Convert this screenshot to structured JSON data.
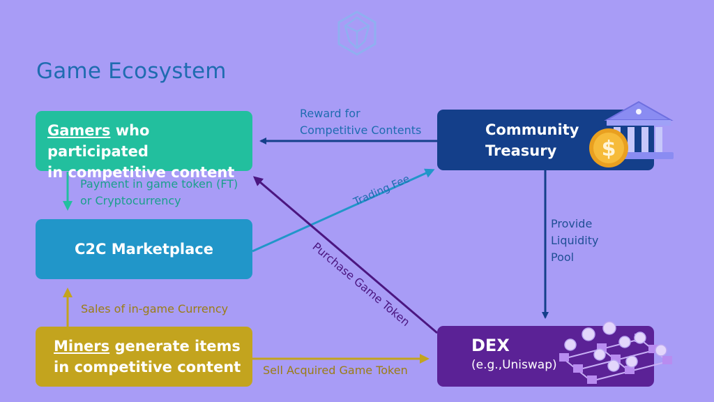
{
  "title": "Game Ecosystem",
  "nodes": {
    "gamers": {
      "highlight": "Gamers",
      "line1_rest": " who participated",
      "line2": "in competitive content"
    },
    "c2c": {
      "label": "C2C Marketplace"
    },
    "miners": {
      "highlight": "Miners",
      "line1_rest": " generate items",
      "line2": "in competitive content"
    },
    "treasury": {
      "line1": "Community",
      "line2": "Treasury"
    },
    "dex": {
      "label": "DEX",
      "sublabel": "(e.g.,Uniswap)"
    }
  },
  "edges": {
    "reward": {
      "line1": "Reward for",
      "line2": "Competitive Contents"
    },
    "payment": {
      "line1": "Payment in game token (FT)",
      "line2": "or Cryptocurrency"
    },
    "trading_fee": "Trading Fee",
    "provide_liquidity": {
      "line1": "Provide",
      "line2": "Liquidity",
      "line3": "Pool"
    },
    "purchase": "Purchase Game Token",
    "sales": "Sales of in-game Currency",
    "sell": "Sell Acquired Game Token"
  },
  "icons": [
    "logo-gem-icon",
    "bank-icon",
    "coin-icon",
    "token-grid-icon"
  ],
  "colors": {
    "background": "#a89cf6",
    "gamers": "#22bf9e",
    "c2c": "#2196c9",
    "miners": "#c3a41e",
    "treasury": "#143f8a",
    "dex": "#5b2296"
  }
}
